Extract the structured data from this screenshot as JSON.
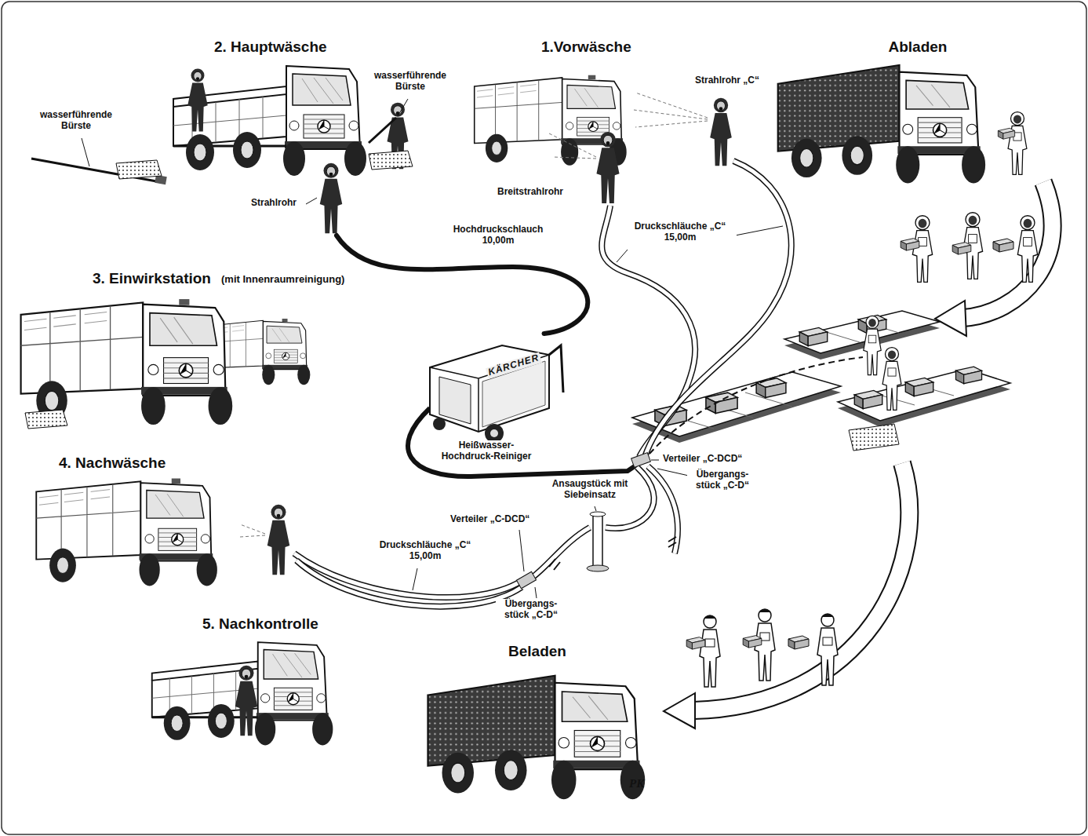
{
  "diagram": {
    "nodes": [
      {
        "text": [
          "2. Hauptwäsche"
        ]
      },
      {
        "text": [
          "1.Vorwäsche"
        ]
      },
      {
        "text": [
          "Abladen"
        ]
      },
      {
        "text": [
          "3. Einwirkstation",
          "(mit Innenraumreinigung)"
        ]
      },
      {
        "text": [
          "KÄRCHER",
          "Heißwasser- Hochdruck-Reiniger"
        ]
      },
      {
        "text": [
          "4. Nachwäsche"
        ]
      },
      {
        "text": [
          "5. Nachkontrolle"
        ]
      },
      {
        "text": [
          "Beladen"
        ]
      }
    ],
    "edges": [
      {
        "from": 4,
        "to": 0,
        "label": "Hochdruckschlauch 10,00m",
        "arrow": "none"
      }
    ],
    "labels": [
      "wasserführende Bürste",
      "wasserführende Bürste",
      "Strahlrohr",
      "Strahlrohr „C“",
      "Breitstrahlrohr",
      "Druckschläuche „C“ 15,00m",
      "Verteiler „C-DCD“",
      "Übergangs- stück „C-D“",
      "Ansaugstück mit Siebeinsatz",
      "Verteiler „C-DCD“",
      "Druckschläuche „C“ 15,00m",
      "Übergangs- stück „C-D“",
      "PK"
    ]
  }
}
